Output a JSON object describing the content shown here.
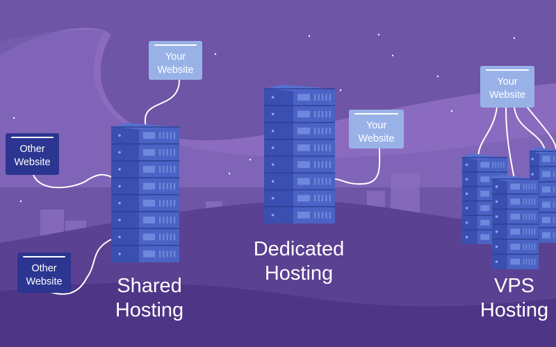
{
  "labels": {
    "your_website": "Your Website",
    "other_website": "Other Website"
  },
  "captions": {
    "shared": "Shared Hosting",
    "dedicated": "Dedicated Hosting",
    "vps": "VPS Hosting"
  },
  "colors": {
    "sky": "#6e55a5",
    "swoosh": "#8a6bbf",
    "hill": "#5b4192",
    "ground": "#4e3586",
    "server_front": "#3f56b8",
    "server_side": "#4a63c4",
    "light_box": "#98b2e8",
    "dark_box": "#2c3590"
  }
}
